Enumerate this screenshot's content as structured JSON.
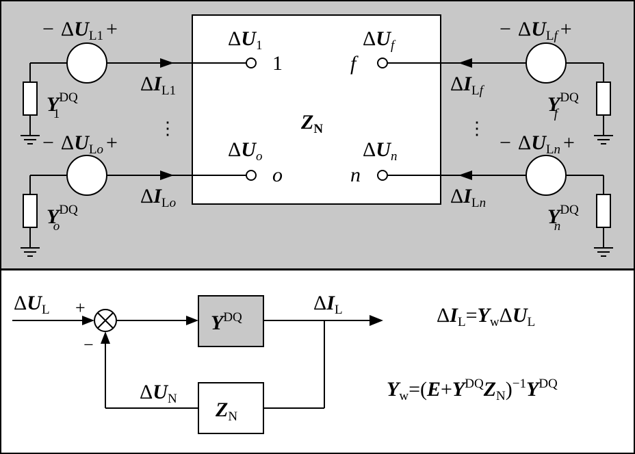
{
  "colors": {
    "panel_gray": "#c8c8c8",
    "block_gray": "#c8c8c8",
    "line": "#000000"
  },
  "top": {
    "network": "Z",
    "network_sub": "N",
    "ports": {
      "p1": {
        "voltage": "U",
        "voltage_sub": "1",
        "node": "1",
        "current": "I",
        "current_sub": "L1",
        "source": "U",
        "source_sub": "L1",
        "admittance": "Y",
        "admittance_sub": "1",
        "admittance_sup": "DQ"
      },
      "po": {
        "voltage": "U",
        "voltage_sub": "o",
        "node": "o",
        "current": "I",
        "current_sub_a": "L",
        "current_sub_b": "o",
        "source": "U",
        "source_sub_a": "L",
        "source_sub_b": "o",
        "admittance": "Y",
        "admittance_sub": "o",
        "admittance_sup": "DQ"
      },
      "pf": {
        "voltage": "U",
        "voltage_sub": "f",
        "node": "f",
        "current": "I",
        "current_sub_a": "L",
        "current_sub_b": "f",
        "source": "U",
        "source_sub_a": "L",
        "source_sub_b": "f",
        "admittance": "Y",
        "admittance_sub": "f",
        "admittance_sup": "DQ"
      },
      "pn": {
        "voltage": "U",
        "voltage_sub": "n",
        "node": "n",
        "current": "I",
        "current_sub_a": "L",
        "current_sub_b": "n",
        "source": "U",
        "source_sub_a": "L",
        "source_sub_b": "n",
        "admittance": "Y",
        "admittance_sub": "n",
        "admittance_sup": "DQ"
      }
    },
    "delta": "Δ",
    "minus": "−",
    "plus": "+",
    "dots": "⋮"
  },
  "bottom": {
    "input": "U",
    "input_sub": "L",
    "output": "I",
    "output_sub": "L",
    "feedback": "U",
    "feedback_sub": "N",
    "block_y": "Y",
    "block_y_sup": "DQ",
    "block_z": "Z",
    "block_z_sub": "N",
    "sum_plus": "+",
    "sum_minus": "−",
    "eq1": {
      "lhs": "I",
      "lhs_sub": "L",
      "eq": "=",
      "y": "Y",
      "y_sub": "w",
      "rhs": "U",
      "rhs_sub": "L"
    },
    "eq2": {
      "y": "Y",
      "y_sub": "w",
      "eq": "=(",
      "e": "E",
      "plus": "+",
      "yy": "Y",
      "yy_sup": "DQ",
      "z": "Z",
      "z_sub": "N",
      "close": ")",
      "inv": "−1",
      "y2": "Y",
      "y2_sup": "DQ"
    }
  }
}
